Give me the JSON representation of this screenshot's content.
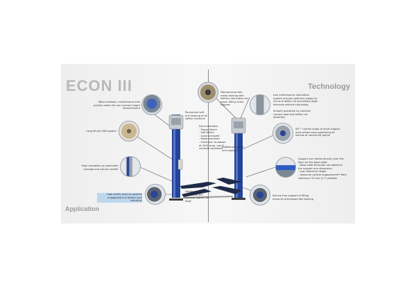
{
  "brochure": {
    "title_left": "ECON III",
    "title_right": "Technology",
    "bottom_left_label": "Application",
    "captions": {
      "hydraulic": "Wear-resistant, maintenance-free priority switch for non-contact height measurement",
      "height": "Long life by HSB system",
      "clearance": "High rentability by optimized carriage and column profile",
      "safety_lever": "High safety level by positive engagement of bottom arm restraints",
      "padded": "Permanent soft arm bearing of all safety functions",
      "design": "Design cover section by the acoustic signal \"CE-Stop\"",
      "documentation": "Documentation\n- Power failure\n- Self failure\n- Load oversized\n- Motor overload\n- Electronic shutdown at 2000 drop, one if contacts exceeded",
      "control": "Additional control unit (option)",
      "lubrication": "Maintenance-free metal bearing with lifetime lubrication for upper lifting screw support",
      "low_maintenance": "Low maintenance lubrication system ensures optimum supply to nut and safety nut and allows large intervals without lubricating",
      "smooth": "Smooth operation by concave contact load and safety nut assembly",
      "arms": "SiS™ normal range of short support arms allows easy positioning of vehicle at various lift points",
      "support": "Support arm dental directly over the floor via the base plate\n- Base plate thickness not added to the support arm dimension\n- Low clearance height\n- Optimum vehicle engagement** field clearance 70 mm (2.7) position",
      "motor": "Silence-free support of lifting screw by articulated flex bearing"
    }
  }
}
